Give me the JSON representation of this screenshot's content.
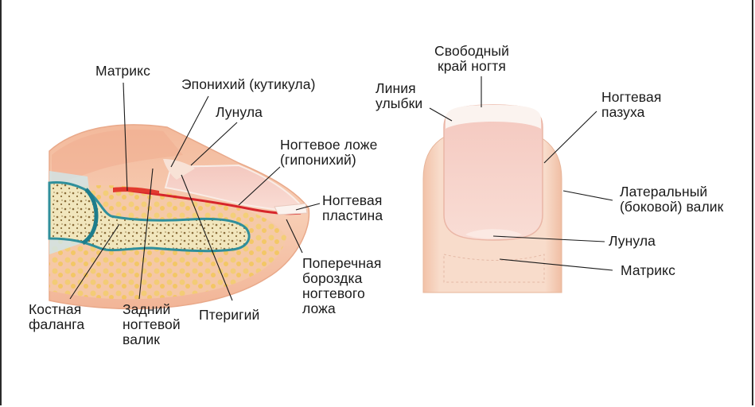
{
  "colors": {
    "skin": "#f5c7aa",
    "skin_light": "#fbe3d4",
    "nail": "#f6d2c8",
    "nail_edge": "#fbf3ef",
    "bone": "#efe3b5",
    "bone_outline": "#2f8f9b",
    "fat": "#f4cc66",
    "matrix_line": "#d7262b"
  },
  "left_labels": {
    "matrix": "Матрикс",
    "eponychium": "Эпонихий (кутикула)",
    "lunula": "Лунула",
    "nail_bed_1": "Ногтевое ложе",
    "nail_bed_2": "(гипонихий)",
    "nail_plate_1": "Ногтевая",
    "nail_plate_2": "пластина",
    "groove_1": "Поперечная",
    "groove_2": "бороздка",
    "groove_3": "ногтевого",
    "groove_4": "ложа",
    "bone_1": "Костная",
    "bone_2": "фаланга",
    "fold_1": "Задний",
    "fold_2": "ногтевой",
    "fold_3": "валик",
    "pterygium": "Птеригий"
  },
  "right_labels": {
    "free_edge_1": "Свободный",
    "free_edge_2": "край ногтя",
    "smile_1": "Линия",
    "smile_2": "улыбки",
    "sinus_1": "Ногтевая",
    "sinus_2": "пазуха",
    "lateral_1": "Латеральный",
    "lateral_2": "(боковой) валик",
    "lunula": "Лунула",
    "matrix": "Матрикс"
  }
}
